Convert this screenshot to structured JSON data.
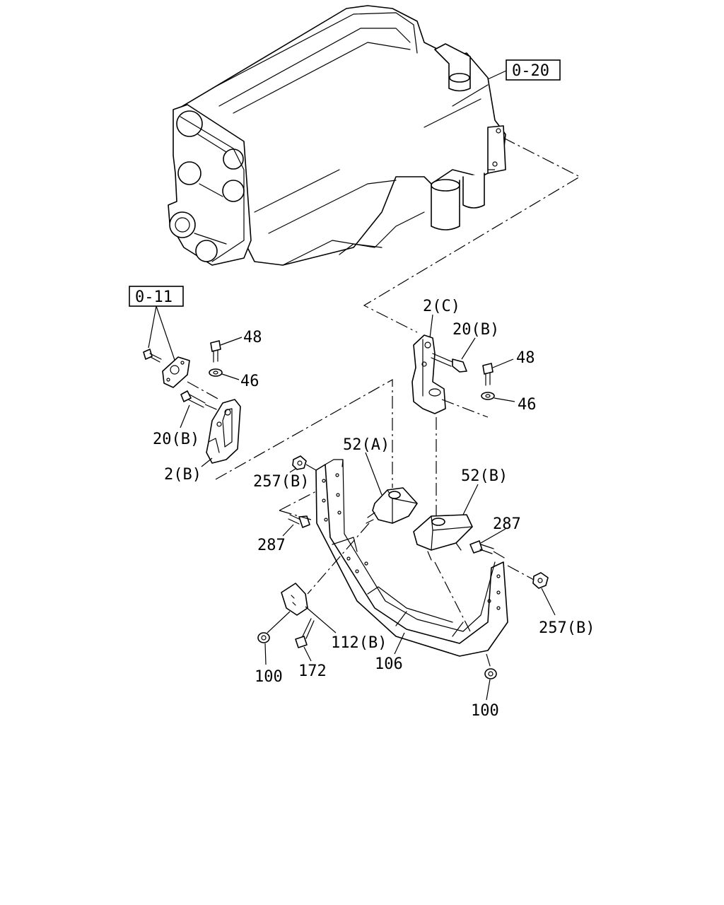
{
  "callouts": {
    "ref_0_20": "0-20",
    "ref_0_11": "0-11",
    "p48_left": "48",
    "p46_left": "46",
    "p20b_left": "20(B)",
    "p2b": "2(B)",
    "p2c": "2(C)",
    "p20b_right": "20(B)",
    "p48_right": "48",
    "p46_right": "46",
    "p52a": "52(A)",
    "p52b": "52(B)",
    "p257b_left": "257(B)",
    "p287_left": "287",
    "p287_right": "287",
    "p257b_right": "257(B)",
    "p112b": "112(B)",
    "p106": "106",
    "p172": "172",
    "p100_left": "100",
    "p100_right": "100"
  }
}
